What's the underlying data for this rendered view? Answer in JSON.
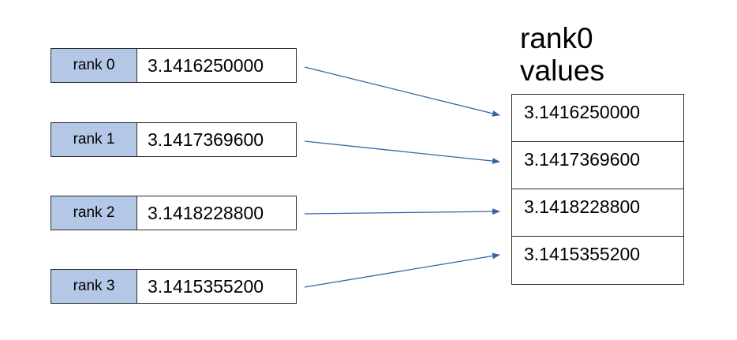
{
  "ranks": [
    {
      "label": "rank 0",
      "value": "3.1416250000"
    },
    {
      "label": "rank 1",
      "value": "3.1417369600"
    },
    {
      "label": "rank 2",
      "value": "3.1418228800"
    },
    {
      "label": "rank 3",
      "value": "3.1415355200"
    }
  ],
  "gathered": {
    "title_line1": "rank0",
    "title_line2": "values",
    "values": [
      "3.1416250000",
      "3.1417369600",
      "3.1418228800",
      "3.1415355200"
    ]
  },
  "colors": {
    "rank_label_fill": "#b4c7e7",
    "arrow": "#3465a4",
    "border": "#2b2b2b"
  }
}
